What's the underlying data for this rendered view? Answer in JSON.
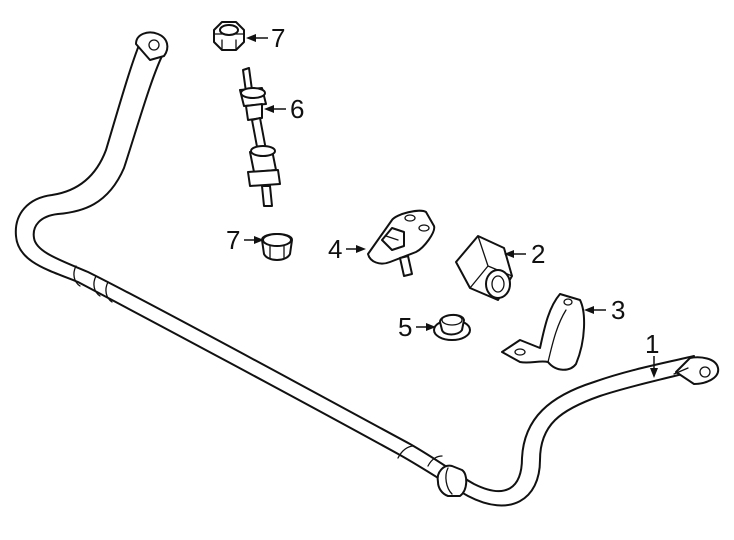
{
  "diagram": {
    "title": "",
    "parts": [
      {
        "id": "stabilizer-bar",
        "callout": "1"
      },
      {
        "id": "stabilizer-bushing",
        "callout": "2"
      },
      {
        "id": "bushing-bracket",
        "callout": "3"
      },
      {
        "id": "stud-bracket",
        "callout": "4"
      },
      {
        "id": "flange-nut",
        "callout": "5"
      },
      {
        "id": "stabilizer-link",
        "callout": "6"
      },
      {
        "id": "hex-nut-upper",
        "callout": "7"
      },
      {
        "id": "hex-nut-lower",
        "callout": "7"
      }
    ]
  }
}
